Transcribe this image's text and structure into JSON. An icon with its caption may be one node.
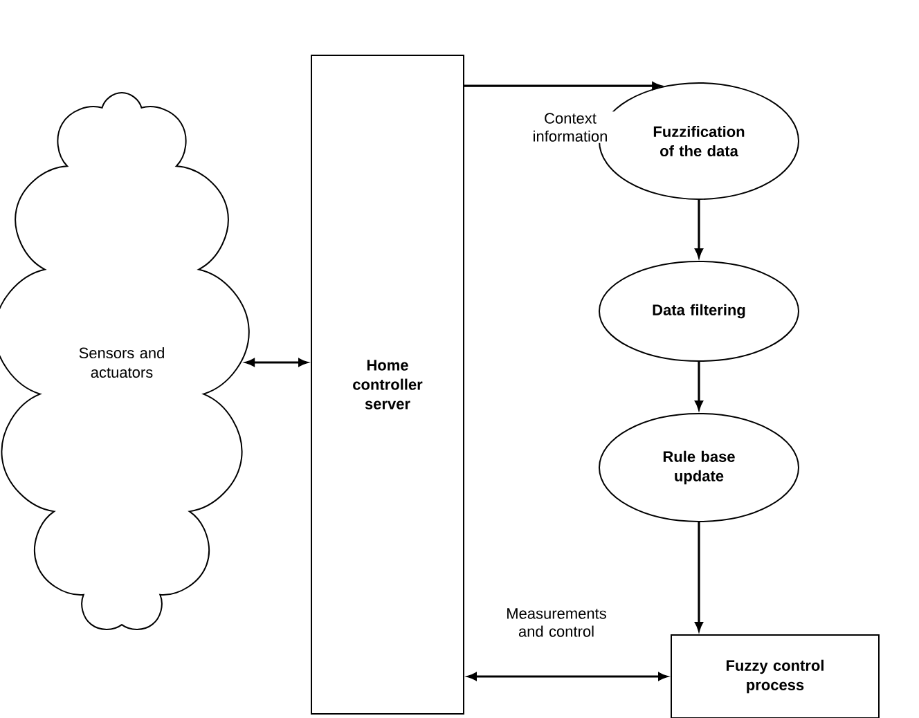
{
  "diagram": {
    "nodes": [
      {
        "text": [
          "Sensors and actuators"
        ]
      },
      {
        "text": [
          "Home controller server"
        ]
      },
      {
        "text": [
          "Fuzzification of the data"
        ]
      },
      {
        "text": [
          "Data filtering"
        ]
      },
      {
        "text": [
          "Rule base update"
        ]
      },
      {
        "text": [
          "Fuzzy control process"
        ]
      }
    ],
    "edges": [
      {
        "from": 0,
        "to": 1,
        "arrow": "both"
      },
      {
        "from": 1,
        "to": 2,
        "arrow": "to",
        "label": "Context information"
      },
      {
        "from": 2,
        "to": 3,
        "arrow": "to"
      },
      {
        "from": 3,
        "to": 4,
        "arrow": "to"
      },
      {
        "from": 4,
        "to": 5,
        "arrow": "to"
      },
      {
        "from": 1,
        "to": 5,
        "arrow": "both",
        "label": "Measurements and control"
      }
    ]
  }
}
